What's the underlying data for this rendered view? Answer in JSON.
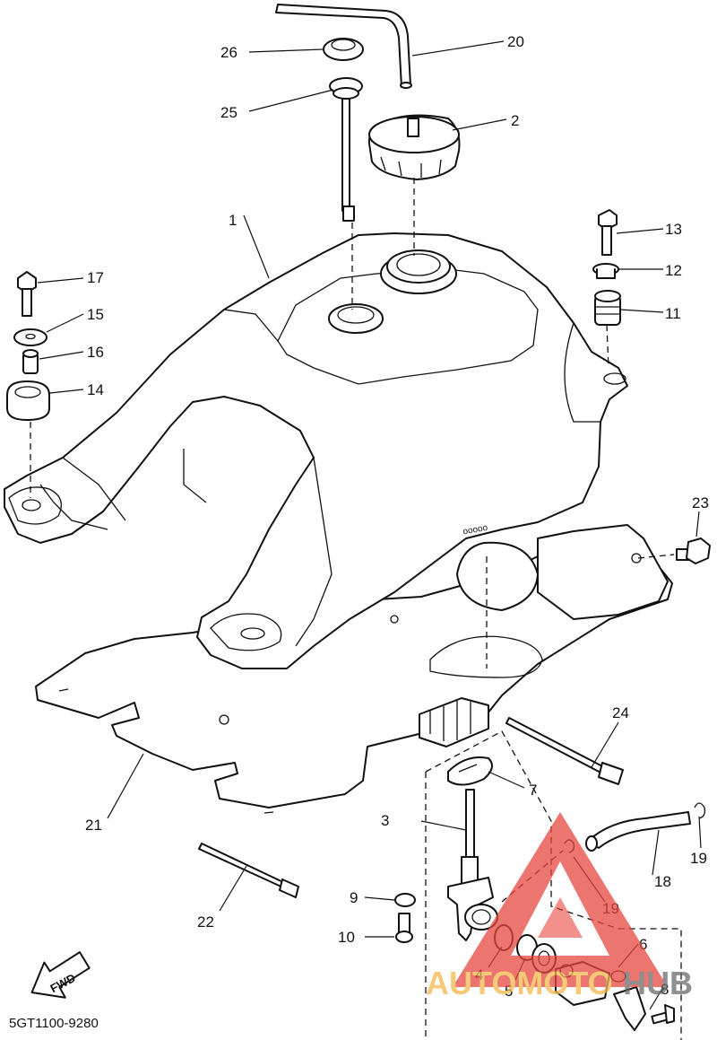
{
  "diagram_code": "5GT1100-9280",
  "fwd_label": "FWD",
  "watermark": {
    "left": "AUTOMOTO",
    "right": "HUB",
    "left_color": "#f2b84b",
    "right_color": "#6a6a6a",
    "triangle_color": "#e8473f"
  },
  "callouts": {
    "n1": "1",
    "n2": "2",
    "n3": "3",
    "n4": "4",
    "n5": "5",
    "n6": "6",
    "n7": "7",
    "n8": "8",
    "n9": "9",
    "n10": "10",
    "n11": "11",
    "n12": "12",
    "n13": "13",
    "n14": "14",
    "n15": "15",
    "n16": "16",
    "n17": "17",
    "n18": "18",
    "n19a": "19",
    "n19b": "19",
    "n20": "20",
    "n21": "21",
    "n22": "22",
    "n23": "23",
    "n24": "24",
    "n25": "25",
    "n26": "26"
  }
}
